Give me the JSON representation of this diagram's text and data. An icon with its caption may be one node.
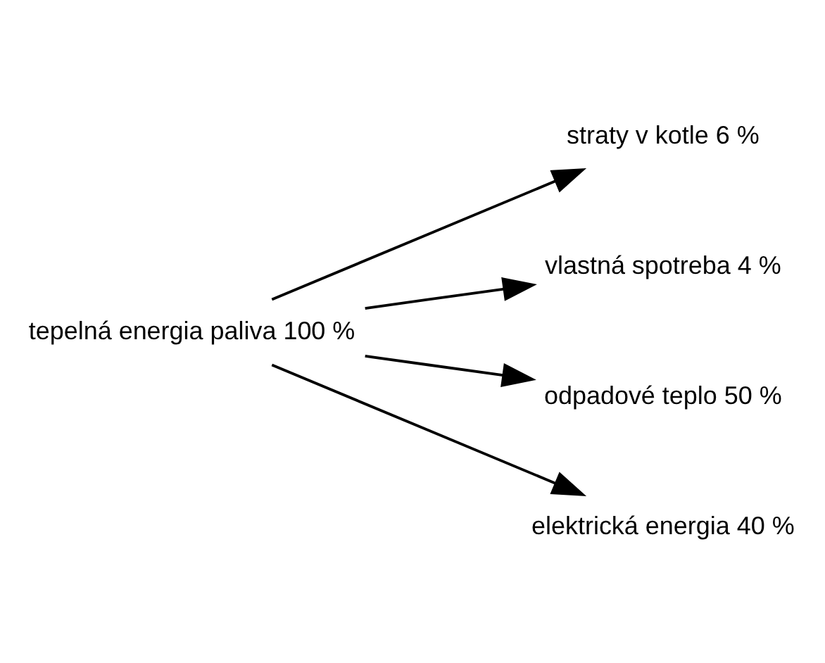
{
  "diagram": {
    "nodes": [
      {
        "text": [
          "tepelná energia paliva 100 %"
        ]
      },
      {
        "text": [
          "straty v kotle 6 %"
        ]
      },
      {
        "text": [
          "vlastná spotreba 4 %"
        ]
      },
      {
        "text": [
          "odpadové teplo 50 %"
        ]
      },
      {
        "text": [
          "elektrická energia 40 %"
        ]
      }
    ],
    "edges": [
      {
        "from": 0,
        "to": 1,
        "arrow": "to"
      },
      {
        "from": 0,
        "to": 2,
        "arrow": "to"
      },
      {
        "from": 0,
        "to": 3,
        "arrow": "to"
      },
      {
        "from": 0,
        "to": 4,
        "arrow": "to"
      }
    ]
  }
}
